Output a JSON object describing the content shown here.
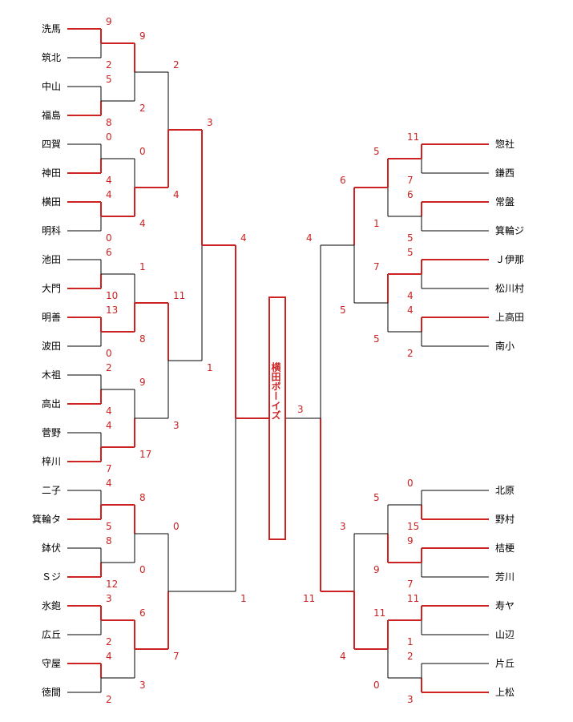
{
  "left_teams": [
    "洗馬",
    "筑北",
    "中山",
    "福島",
    "四賀",
    "神田",
    "横田",
    "明科",
    "池田",
    "大門",
    "明善",
    "波田",
    "木祖",
    "高出",
    "菅野",
    "梓川",
    "二子",
    "箕輪タ",
    "鉢伏",
    "Ｓジ",
    "氷鉋",
    "広丘",
    "守屋",
    "徳間"
  ],
  "right_teams_top": [
    "惣社",
    "鎌西",
    "常盤",
    "箕輪ジ",
    "Ｊ伊那",
    "松川村",
    "上高田",
    "南小"
  ],
  "right_teams_bottom": [
    "北原",
    "野村",
    "桔梗",
    "芳川",
    "寿ヤ",
    "山辺",
    "片丘",
    "上松"
  ],
  "left_scores": {
    "r1": [
      [
        "9",
        "2"
      ],
      [
        "5",
        "8"
      ],
      [
        "0",
        "4"
      ],
      [
        "4",
        "0"
      ],
      [
        "6",
        "10"
      ],
      [
        "13",
        "0"
      ],
      [
        "2",
        "4"
      ],
      [
        "4",
        "7"
      ],
      [
        "4",
        "5"
      ],
      [
        "8",
        "12"
      ],
      [
        "3",
        "2"
      ],
      [
        "4",
        "2"
      ]
    ],
    "r2": [
      [
        "9",
        "2"
      ],
      [
        "0",
        "4"
      ],
      [
        "1",
        "8"
      ],
      [
        "9",
        "17"
      ],
      [
        "8",
        "0"
      ],
      [
        "6",
        "3"
      ]
    ],
    "r3": [
      [
        "2",
        "4"
      ],
      [
        "11",
        "3"
      ],
      [
        "0",
        "7"
      ]
    ],
    "r4": [
      [
        "3",
        "1"
      ],
      [
        "4",
        "1"
      ]
    ]
  },
  "right_scores": {
    "top_r1": [
      [
        "11",
        "7"
      ],
      [
        "6",
        "5"
      ],
      [
        "5",
        "4"
      ],
      [
        "4",
        "2"
      ]
    ],
    "top_r2": [
      [
        "5",
        "1"
      ],
      [
        "7",
        "5"
      ]
    ],
    "top_r3": [
      [
        "6",
        "5"
      ]
    ],
    "bottom_r1": [
      [
        "0",
        "15"
      ],
      [
        "9",
        "7"
      ],
      [
        "11",
        "1"
      ],
      [
        "2",
        "3"
      ]
    ],
    "bottom_r2": [
      [
        "5",
        "9"
      ],
      [
        "11",
        "0"
      ]
    ],
    "bottom_r3": [
      [
        "3",
        "4"
      ]
    ],
    "semi": [
      "4",
      "11"
    ]
  },
  "final_score_right": "3",
  "champion": "横田ボーイズ",
  "colors": {
    "winner": "#cc2222",
    "loser": "#000000"
  }
}
